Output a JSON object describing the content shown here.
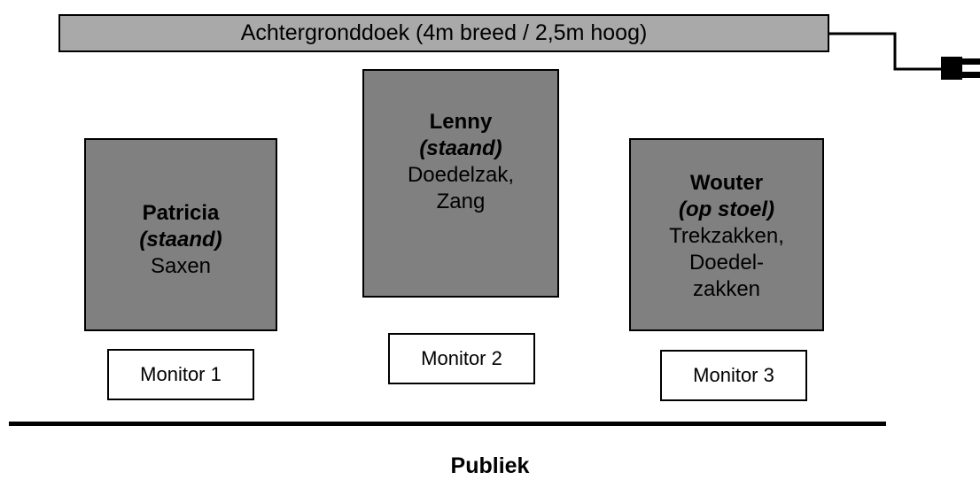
{
  "backdrop": {
    "label": "Achtergronddoek (4m breed / 2,5m hoog)"
  },
  "power_plug": {
    "icon": "plug-icon"
  },
  "players": [
    {
      "name": "Patricia",
      "pose": "(staand)",
      "instrument": "Saxen"
    },
    {
      "name": "Lenny",
      "pose": "(staand)",
      "instrument": "Doedelzak,\nZang"
    },
    {
      "name": "Wouter",
      "pose": "(op stoel)",
      "instrument": "Trekzakken,\nDoedel-\nzakken"
    }
  ],
  "monitors": [
    {
      "label": "Monitor 1"
    },
    {
      "label": "Monitor 2"
    },
    {
      "label": "Monitor 3"
    }
  ],
  "audience": {
    "label": "Publiek"
  },
  "colors": {
    "backdrop_fill": "#a9a9a9",
    "player_fill": "#808080",
    "monitor_fill": "#ffffff",
    "line": "#000000"
  }
}
